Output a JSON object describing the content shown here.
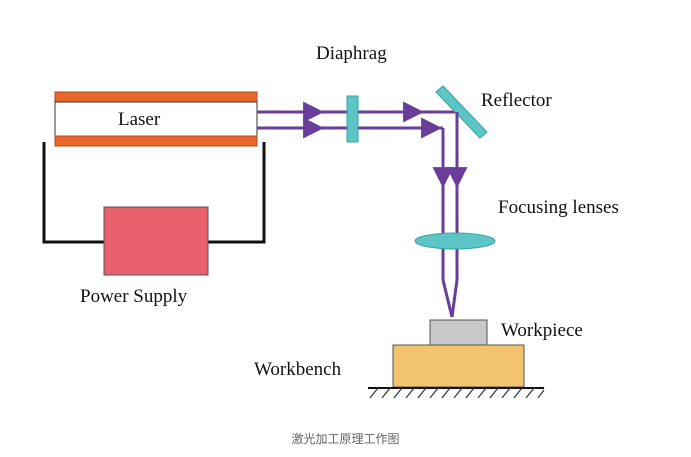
{
  "labels": {
    "laser": "Laser",
    "diaphragm": "Diaphrag",
    "reflector": "Reflector",
    "focusing_lenses": "Focusing lenses",
    "power_supply": "Power Supply",
    "workpiece": "Workpiece",
    "workbench": "Workbench"
  },
  "caption": "激光加工原理工作图",
  "colors": {
    "laser_tube": "#e8682a",
    "beam": "#6a3d9a",
    "optics": "#5cc6c6",
    "power_supply": "#e8606c",
    "workpiece": "#c8c8c8",
    "workbench": "#f2c470",
    "wire": "#111111"
  }
}
